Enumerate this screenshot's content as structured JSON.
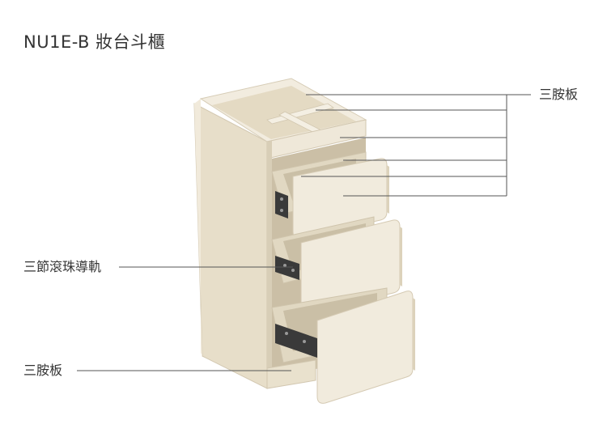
{
  "title": "NU1E-B 妝台斗櫃",
  "callouts": {
    "top_right": "三胺板",
    "rail": "三節滾珠導軌",
    "bottom_left": "三胺板"
  },
  "colors": {
    "board": "#ede5d2",
    "board_shade": "#dcd2bb",
    "board_dark": "#c9bea6",
    "rail_metal": "#3a3a3a",
    "leader_line": "#555555",
    "text": "#333333"
  }
}
